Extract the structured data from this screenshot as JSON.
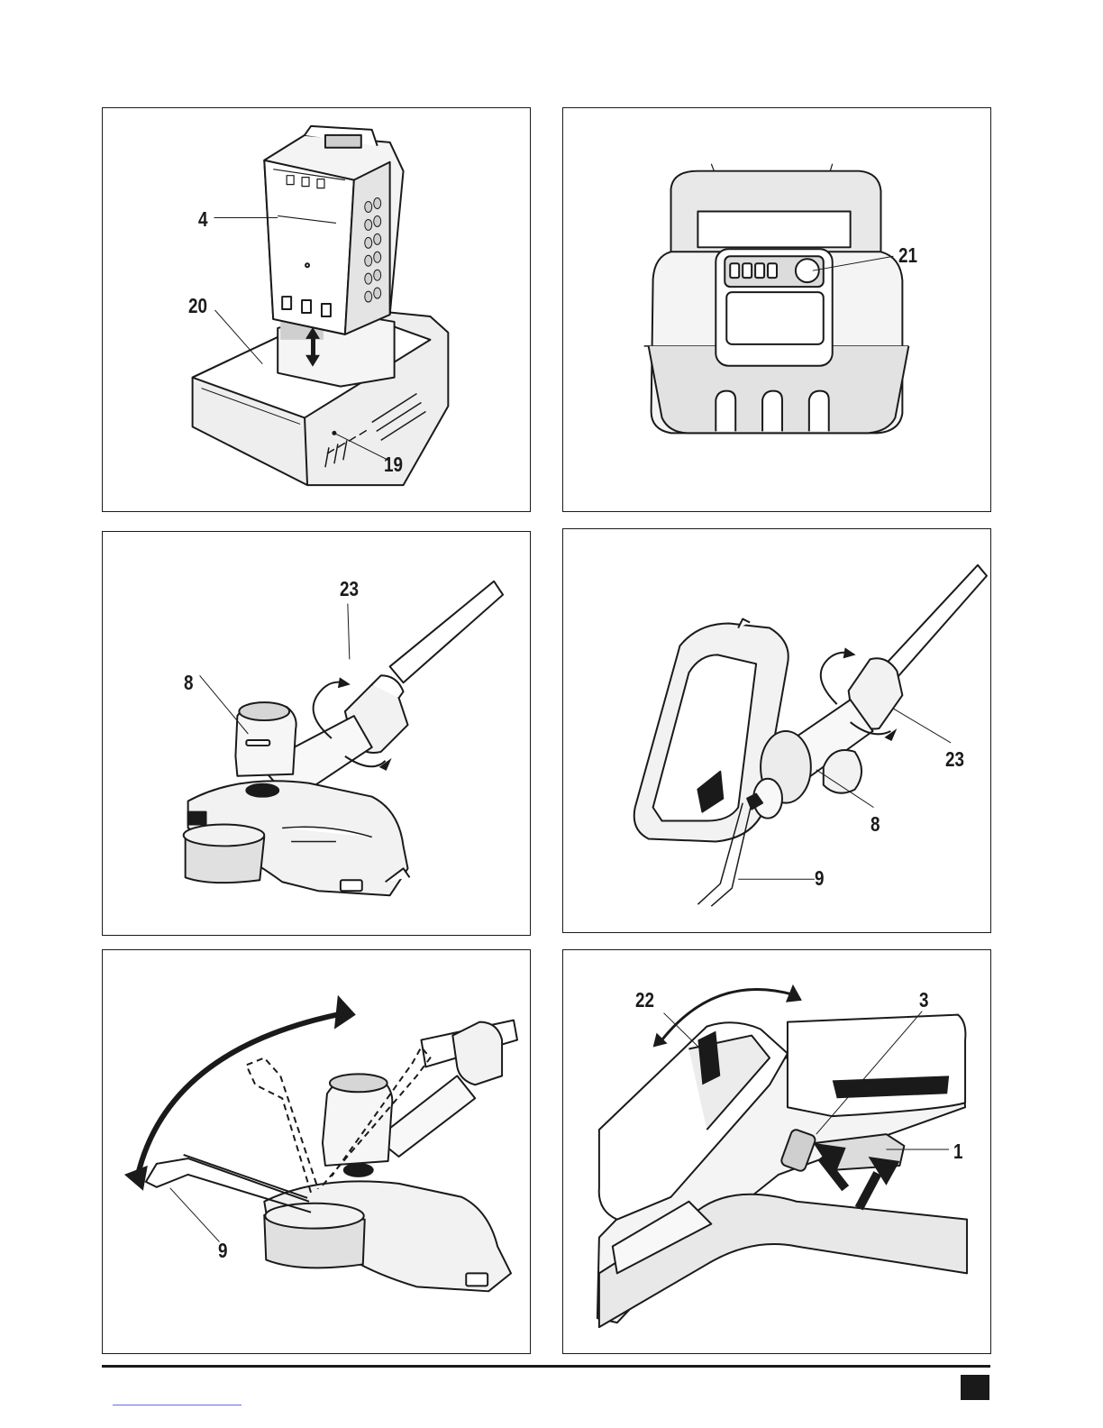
{
  "figures": [
    {
      "id": "battery-charger",
      "callouts": [
        "4",
        "20",
        "19"
      ]
    },
    {
      "id": "battery-gauge",
      "callouts": [
        "21"
      ]
    },
    {
      "id": "trimmer-head-rotate",
      "callouts": [
        "23",
        "8"
      ]
    },
    {
      "id": "edger-mode",
      "callouts": [
        "23",
        "8",
        "9"
      ]
    },
    {
      "id": "edge-guide",
      "callouts": [
        "9"
      ]
    },
    {
      "id": "handle-switch",
      "callouts": [
        "22",
        "3",
        "1"
      ]
    }
  ]
}
